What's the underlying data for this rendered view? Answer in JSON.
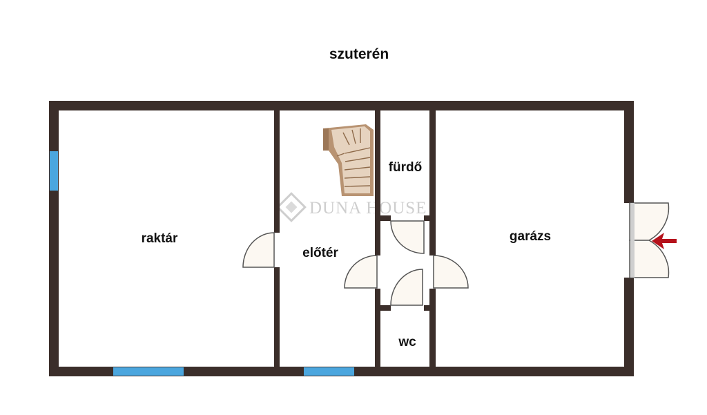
{
  "title": "szuterén",
  "watermark": "DUNA HOUSE",
  "colors": {
    "wall": "#3b2e2a",
    "window": "#4ba6de",
    "door_fill": "#fcf8f2",
    "door_stroke": "#555555",
    "stairs": "#b89372",
    "arrow": "#b5121b",
    "watermark": "#c9c9c9"
  },
  "rooms": {
    "raktar": "raktár",
    "eloter": "előtér",
    "furdo": "fürdő",
    "wc": "wc",
    "garazs": "garázs"
  },
  "icons": {
    "entrance": "entrance-arrow-icon",
    "stairs": "staircase-icon",
    "logo": "duna-house-logo-icon"
  }
}
